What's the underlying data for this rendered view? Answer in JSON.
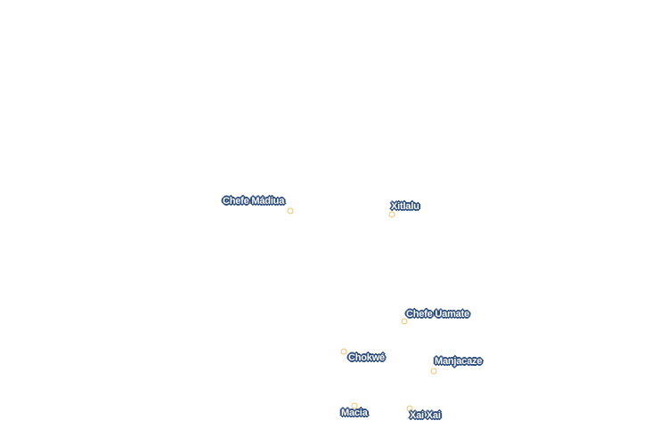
{
  "map": {
    "marker_color": "#f0c36b",
    "label_halo_color": "#2f4e80",
    "label_text_color": "#ffffff",
    "places": [
      {
        "name": "Chefe Mádiua"
      },
      {
        "name": "Xitlalu"
      },
      {
        "name": "Chefe Uamate"
      },
      {
        "name": "Chokwé"
      },
      {
        "name": "Manjacaze"
      },
      {
        "name": "Macia"
      },
      {
        "name": "Xai Xai"
      }
    ]
  }
}
